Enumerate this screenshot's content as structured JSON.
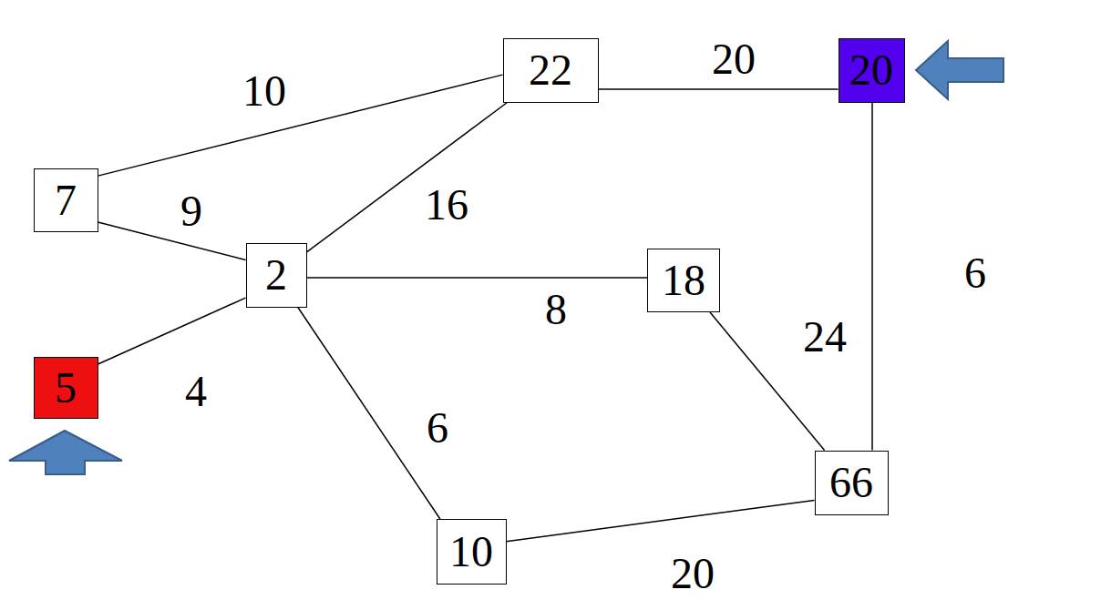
{
  "diagram": {
    "nodes": [
      {
        "text": [
          "22"
        ]
      },
      {
        "text": [
          "20"
        ]
      },
      {
        "text": [
          "7"
        ]
      },
      {
        "text": [
          "2"
        ]
      },
      {
        "text": [
          "18"
        ]
      },
      {
        "text": [
          "5"
        ]
      },
      {
        "text": [
          "66"
        ]
      },
      {
        "text": [
          "10"
        ]
      }
    ],
    "edges": [
      {
        "from": 2,
        "to": 0,
        "arrow": "none",
        "label": "10"
      },
      {
        "from": 0,
        "to": 1,
        "arrow": "none",
        "label": "20"
      },
      {
        "from": 2,
        "to": 3,
        "arrow": "none",
        "label": "9"
      },
      {
        "from": 3,
        "to": 0,
        "arrow": "none",
        "label": "16"
      },
      {
        "from": 3,
        "to": 4,
        "arrow": "none",
        "label": "8"
      },
      {
        "from": 1,
        "to": 6,
        "arrow": "none",
        "label": "6"
      },
      {
        "from": 5,
        "to": 3,
        "arrow": "none",
        "label": "4"
      },
      {
        "from": 4,
        "to": 6,
        "arrow": "none",
        "label": "24"
      },
      {
        "from": 3,
        "to": 7,
        "arrow": "none",
        "label": "6"
      },
      {
        "from": 7,
        "to": 6,
        "arrow": "none",
        "label": "20"
      }
    ]
  }
}
